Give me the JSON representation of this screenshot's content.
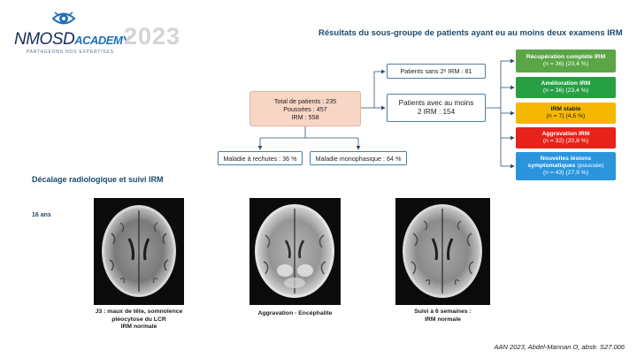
{
  "logo": {
    "name_main": "NMOSD",
    "name_accent": "ACADEMY",
    "tagline": "PARTAGEONS NOS EXPERTISES",
    "icon": "eye-icon"
  },
  "year": "2023",
  "title": "Résultats du sous-groupe de patients ayant eu au moins deux examens IRM",
  "flow": {
    "total": [
      "Total de patients : 235",
      "Poussées : 457",
      "IRM : 558"
    ],
    "sans": "Patients sans 2ᵉ IRM : 81",
    "avec": [
      "Patients avec au moins",
      "2 IRM : 154"
    ],
    "rechutes": "Maladie à rechutes : 36 %",
    "mono": "Maladie monophasique : 64 %"
  },
  "outcomes": [
    {
      "title": "Récupération complète IRM",
      "detail": "(n = 36) (23,4 %)",
      "color": "#5aa646"
    },
    {
      "title": "Amélioration IRM",
      "detail": "(n = 36) (23,4 %)",
      "color": "#27a044"
    },
    {
      "title": "IRM stable",
      "detail": "(n = 7) (4,5 %)",
      "color": "#f5b800"
    },
    {
      "title": "Aggravation IRM",
      "detail": "(n = 32) (20,8 %)",
      "color": "#e8231b"
    },
    {
      "title_line1": "Nouvelles lésions",
      "title_line2": "symptomatiques",
      "title_suffix": " (poussée)",
      "detail": "(n = 43) (27,9 %)",
      "color": "#2a95dd"
    }
  ],
  "section_title": "Décalage radiologique et suivi IRM",
  "age": "16 ans",
  "captions": [
    [
      "J3 : maux de tête, somnolence",
      "pléocytose du LCR",
      "IRM normale"
    ],
    [
      "Aggravation - Encéphalite"
    ],
    [
      "Suivi à 6 semaines :",
      "IRM normale"
    ]
  ],
  "footer": "AAN 2023, Abdel-Mannan O, abstr. S27.006"
}
